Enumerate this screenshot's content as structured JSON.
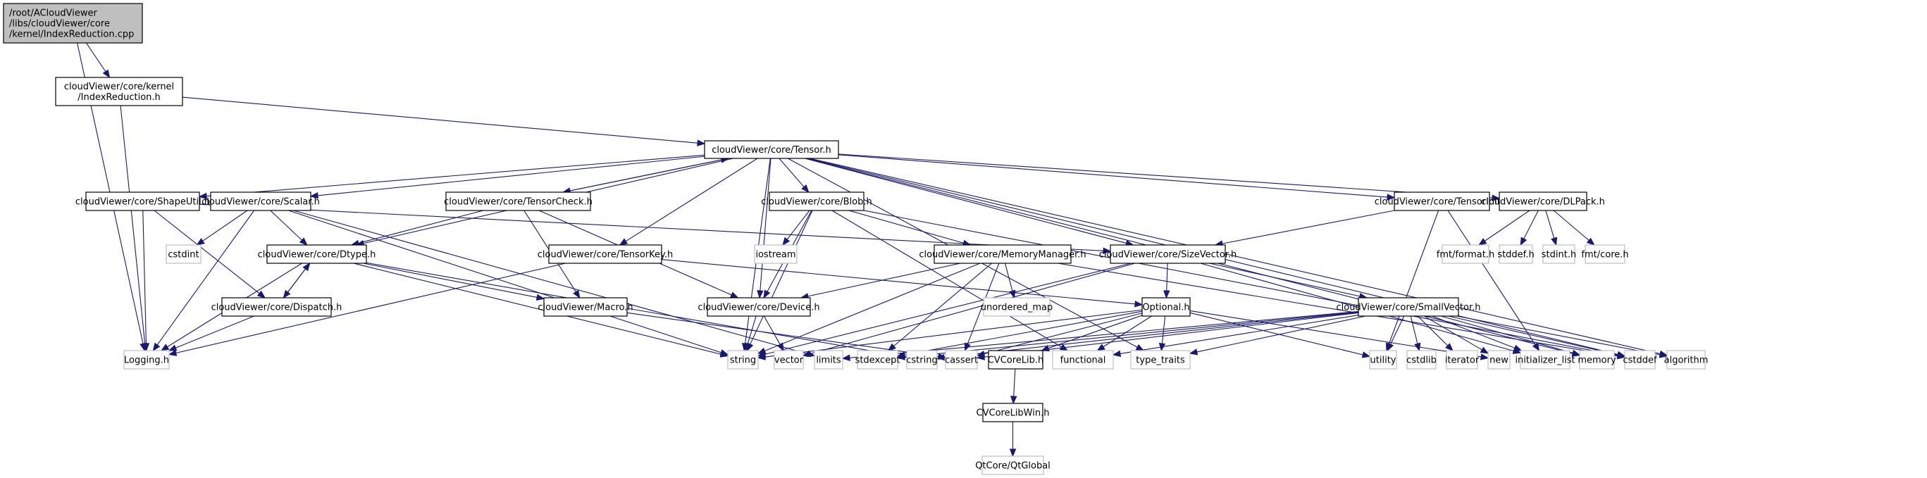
{
  "title": "Include dependency graph for IndexReduction.cpp",
  "nodes": [
    {
      "id": "cpp",
      "label": [
        "/root/ACloudViewer",
        "/libs/cloudViewer/core",
        "/kernel/IndexReduction.cpp"
      ],
      "kind": "root"
    },
    {
      "id": "idxred",
      "label": [
        "cloudViewer/core/kernel",
        "/IndexReduction.h"
      ],
      "kind": "internal"
    },
    {
      "id": "tensor",
      "label": [
        "cloudViewer/core/Tensor.h"
      ],
      "kind": "internal"
    },
    {
      "id": "shapeutil",
      "label": [
        "cloudViewer/core/ShapeUtil.h"
      ],
      "kind": "internal"
    },
    {
      "id": "scalar",
      "label": [
        "cloudViewer/core/Scalar.h"
      ],
      "kind": "internal"
    },
    {
      "id": "tensorcheck",
      "label": [
        "cloudViewer/core/TensorCheck.h"
      ],
      "kind": "internal"
    },
    {
      "id": "blob",
      "label": [
        "cloudViewer/core/Blob.h"
      ],
      "kind": "internal"
    },
    {
      "id": "tensorinit",
      "label": [
        "cloudViewer/core/TensorInit.h"
      ],
      "kind": "internal"
    },
    {
      "id": "dlpack",
      "label": [
        "cloudViewer/core/DLPack.h"
      ],
      "kind": "internal"
    },
    {
      "id": "cstdint",
      "label": [
        "cstdint"
      ],
      "kind": "external"
    },
    {
      "id": "dtype",
      "label": [
        "cloudViewer/core/Dtype.h"
      ],
      "kind": "internal"
    },
    {
      "id": "tensorkey",
      "label": [
        "cloudViewer/core/TensorKey.h"
      ],
      "kind": "internal"
    },
    {
      "id": "iostream",
      "label": [
        "iostream"
      ],
      "kind": "external"
    },
    {
      "id": "memmgr",
      "label": [
        "cloudViewer/core/MemoryManager.h"
      ],
      "kind": "internal"
    },
    {
      "id": "sizevector",
      "label": [
        "cloudViewer/core/SizeVector.h"
      ],
      "kind": "internal"
    },
    {
      "id": "fmtformat",
      "label": [
        "fmt/format.h"
      ],
      "kind": "external"
    },
    {
      "id": "stddef",
      "label": [
        "stddef.h"
      ],
      "kind": "external"
    },
    {
      "id": "stdint",
      "label": [
        "stdint.h"
      ],
      "kind": "external"
    },
    {
      "id": "fmtcore",
      "label": [
        "fmt/core.h"
      ],
      "kind": "external"
    },
    {
      "id": "dispatch",
      "label": [
        "cloudViewer/core/Dispatch.h"
      ],
      "kind": "internal"
    },
    {
      "id": "macro",
      "label": [
        "cloudViewer/Macro.h"
      ],
      "kind": "internal"
    },
    {
      "id": "device",
      "label": [
        "cloudViewer/core/Device.h"
      ],
      "kind": "internal"
    },
    {
      "id": "unordered_map",
      "label": [
        "unordered_map"
      ],
      "kind": "external"
    },
    {
      "id": "optional",
      "label": [
        "Optional.h"
      ],
      "kind": "internal"
    },
    {
      "id": "smallvector",
      "label": [
        "cloudViewer/core/SmallVector.h"
      ],
      "kind": "internal"
    },
    {
      "id": "logging",
      "label": [
        "Logging.h"
      ],
      "kind": "external"
    },
    {
      "id": "string",
      "label": [
        "string"
      ],
      "kind": "external"
    },
    {
      "id": "vector",
      "label": [
        "vector"
      ],
      "kind": "external"
    },
    {
      "id": "limits",
      "label": [
        "limits"
      ],
      "kind": "external"
    },
    {
      "id": "stdexcept",
      "label": [
        "stdexcept"
      ],
      "kind": "external"
    },
    {
      "id": "cstring",
      "label": [
        "cstring"
      ],
      "kind": "external"
    },
    {
      "id": "cassert",
      "label": [
        "cassert"
      ],
      "kind": "external"
    },
    {
      "id": "cvcorelib",
      "label": [
        "CVCoreLib.h"
      ],
      "kind": "internal"
    },
    {
      "id": "functional",
      "label": [
        "functional"
      ],
      "kind": "external"
    },
    {
      "id": "type_traits",
      "label": [
        "type_traits"
      ],
      "kind": "external"
    },
    {
      "id": "utility",
      "label": [
        "utility"
      ],
      "kind": "external"
    },
    {
      "id": "cstdlib",
      "label": [
        "cstdlib"
      ],
      "kind": "external"
    },
    {
      "id": "iterator",
      "label": [
        "iterator"
      ],
      "kind": "external"
    },
    {
      "id": "new",
      "label": [
        "new"
      ],
      "kind": "external"
    },
    {
      "id": "initializer_list",
      "label": [
        "initializer_list"
      ],
      "kind": "external"
    },
    {
      "id": "memory",
      "label": [
        "memory"
      ],
      "kind": "external"
    },
    {
      "id": "cstddef",
      "label": [
        "cstddef"
      ],
      "kind": "external"
    },
    {
      "id": "algorithm",
      "label": [
        "algorithm"
      ],
      "kind": "external"
    },
    {
      "id": "cvcorelibwin",
      "label": [
        "CVCoreLibWin.h"
      ],
      "kind": "internal"
    },
    {
      "id": "qtglobal",
      "label": [
        "QtCore/QtGlobal"
      ],
      "kind": "external"
    }
  ],
  "edges": [
    [
      "cpp",
      "idxred"
    ],
    [
      "cpp",
      "logging"
    ],
    [
      "idxred",
      "tensor"
    ],
    [
      "idxred",
      "logging"
    ],
    [
      "tensor",
      "shapeutil"
    ],
    [
      "tensor",
      "scalar"
    ],
    [
      "tensor",
      "tensorcheck"
    ],
    [
      "tensor",
      "dtype"
    ],
    [
      "tensor",
      "tensorkey"
    ],
    [
      "tensor",
      "string"
    ],
    [
      "tensor",
      "device"
    ],
    [
      "tensor",
      "blob"
    ],
    [
      "tensor",
      "sizevector"
    ],
    [
      "tensor",
      "type_traits"
    ],
    [
      "tensor",
      "tensorinit"
    ],
    [
      "tensor",
      "dlpack"
    ],
    [
      "tensor",
      "memory"
    ],
    [
      "tensor",
      "cstddef"
    ],
    [
      "tensor",
      "algorithm"
    ],
    [
      "shapeutil",
      "logging"
    ],
    [
      "shapeutil",
      "dispatch"
    ],
    [
      "shapeutil",
      "sizevector"
    ],
    [
      "scalar",
      "cstdint"
    ],
    [
      "scalar",
      "dtype"
    ],
    [
      "scalar",
      "logging"
    ],
    [
      "scalar",
      "string"
    ],
    [
      "scalar",
      "limits"
    ],
    [
      "tensorcheck",
      "tensor"
    ],
    [
      "tensorcheck",
      "dtype"
    ],
    [
      "tensorcheck",
      "macro"
    ],
    [
      "tensorcheck",
      "device"
    ],
    [
      "dtype",
      "dispatch"
    ],
    [
      "dtype",
      "macro"
    ],
    [
      "dtype",
      "logging"
    ],
    [
      "dtype",
      "string"
    ],
    [
      "dtype",
      "cstring"
    ],
    [
      "dispatch",
      "dtype"
    ],
    [
      "dispatch",
      "logging"
    ],
    [
      "tensorkey",
      "optional"
    ],
    [
      "tensorkey",
      "logging"
    ],
    [
      "blob",
      "iostream"
    ],
    [
      "blob",
      "memmgr"
    ],
    [
      "blob",
      "device"
    ],
    [
      "blob",
      "string"
    ],
    [
      "blob",
      "functional"
    ],
    [
      "blob",
      "cstddef"
    ],
    [
      "memmgr",
      "device"
    ],
    [
      "memmgr",
      "unordered_map"
    ],
    [
      "memmgr",
      "string"
    ],
    [
      "memmgr",
      "stdexcept"
    ],
    [
      "memmgr",
      "cassert"
    ],
    [
      "memmgr",
      "cstddef"
    ],
    [
      "macro",
      "cassert"
    ],
    [
      "device",
      "string"
    ],
    [
      "device",
      "vector"
    ],
    [
      "sizevector",
      "optional"
    ],
    [
      "sizevector",
      "smallvector"
    ],
    [
      "sizevector",
      "string"
    ],
    [
      "sizevector",
      "vector"
    ],
    [
      "sizevector",
      "initializer_list"
    ],
    [
      "optional",
      "cvcorelib"
    ],
    [
      "optional",
      "functional"
    ],
    [
      "optional",
      "type_traits"
    ],
    [
      "optional",
      "utility"
    ],
    [
      "optional",
      "stdexcept"
    ],
    [
      "optional",
      "cassert"
    ],
    [
      "optional",
      "string"
    ],
    [
      "optional",
      "new"
    ],
    [
      "smallvector",
      "cstring"
    ],
    [
      "smallvector",
      "cassert"
    ],
    [
      "smallvector",
      "type_traits"
    ],
    [
      "smallvector",
      "utility"
    ],
    [
      "smallvector",
      "cstdlib"
    ],
    [
      "smallvector",
      "iterator"
    ],
    [
      "smallvector",
      "new"
    ],
    [
      "smallvector",
      "initializer_list"
    ],
    [
      "smallvector",
      "memory"
    ],
    [
      "smallvector",
      "cstddef"
    ],
    [
      "smallvector",
      "algorithm"
    ],
    [
      "smallvector",
      "limits"
    ],
    [
      "smallvector",
      "stdexcept"
    ],
    [
      "smallvector",
      "functional"
    ],
    [
      "tensorinit",
      "sizevector"
    ],
    [
      "tensorinit",
      "utility"
    ],
    [
      "tensorinit",
      "initializer_list"
    ],
    [
      "dlpack",
      "fmtformat"
    ],
    [
      "dlpack",
      "stddef"
    ],
    [
      "dlpack",
      "stdint"
    ],
    [
      "dlpack",
      "fmtcore"
    ],
    [
      "cvcorelib",
      "cvcorelibwin"
    ],
    [
      "cvcorelibwin",
      "qtglobal"
    ]
  ]
}
